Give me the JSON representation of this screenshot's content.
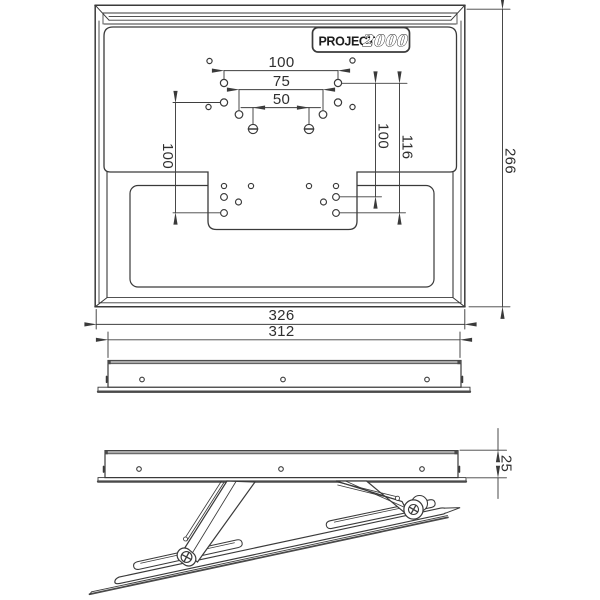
{
  "logo": {
    "brand": "PROJECT",
    "model": "2000"
  },
  "front_view": {
    "dims": {
      "hole_spacing_outer": "100",
      "hole_spacing_mid": "75",
      "hole_spacing_inner": "50",
      "left_vertical": "100",
      "right_vertical_inner": "100",
      "right_vertical_outer": "116",
      "overall_height": "266"
    }
  },
  "width_dims": {
    "overall_width": "326",
    "plate_width": "312"
  },
  "side_view": {
    "thickness": "25"
  },
  "colors": {
    "line": "#3a3a3a",
    "dim_line": "#3f3f3f",
    "background": "#ffffff"
  }
}
